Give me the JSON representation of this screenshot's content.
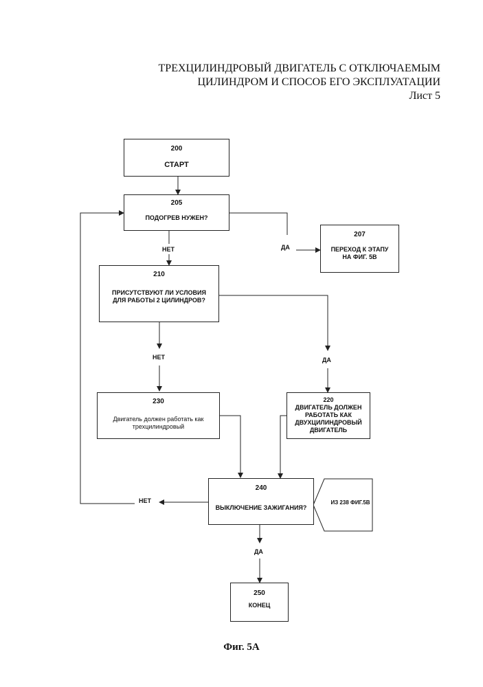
{
  "header": {
    "line1": "ТРЕХЦИЛИНДРОВЫЙ ДВИГАТЕЛЬ С ОТКЛЮЧАЕМЫМ",
    "line2": "ЦИЛИНДРОМ И СПОСОБ ЕГО ЭКСПЛУАТАЦИИ",
    "sheet": "Лист 5"
  },
  "nodes": {
    "n200": {
      "num": "200",
      "text": "СТАРТ"
    },
    "n205": {
      "num": "205",
      "text": "ПОДОГРЕВ НУЖЕН?"
    },
    "n207": {
      "num": "207",
      "text": "ПЕРЕХОД К ЭТАПУ НА ФИГ. 5В"
    },
    "n210": {
      "num": "210",
      "text": "ПРИСУТСТВУЮТ ЛИ УСЛОВИЯ ДЛЯ РАБОТЫ 2 ЦИЛИНДРОВ?"
    },
    "n230": {
      "num": "230",
      "text": "Двигатель должен работать как трехцилиндровый"
    },
    "n220": {
      "num": "220",
      "text": "ДВИГАТЕЛЬ ДОЛЖЕН РАБОТАТЬ КАК ДВУХЦИЛИНДРОВЫЙ ДВИГАТЕЛЬ"
    },
    "n240": {
      "num": "240",
      "text": "ВЫКЛЮЧЕНИЕ ЗАЖИГАНИЯ?"
    },
    "n250": {
      "num": "250",
      "text": "КОНЕЦ"
    },
    "conn": {
      "text": "ИЗ 238 ФИГ.5В"
    }
  },
  "labels": {
    "no1": "НЕТ",
    "yes1": "ДА",
    "no2": "НЕТ",
    "yes2": "ДА",
    "no3": "НЕТ",
    "yes3": "ДА"
  },
  "caption": "Фиг. 5А"
}
